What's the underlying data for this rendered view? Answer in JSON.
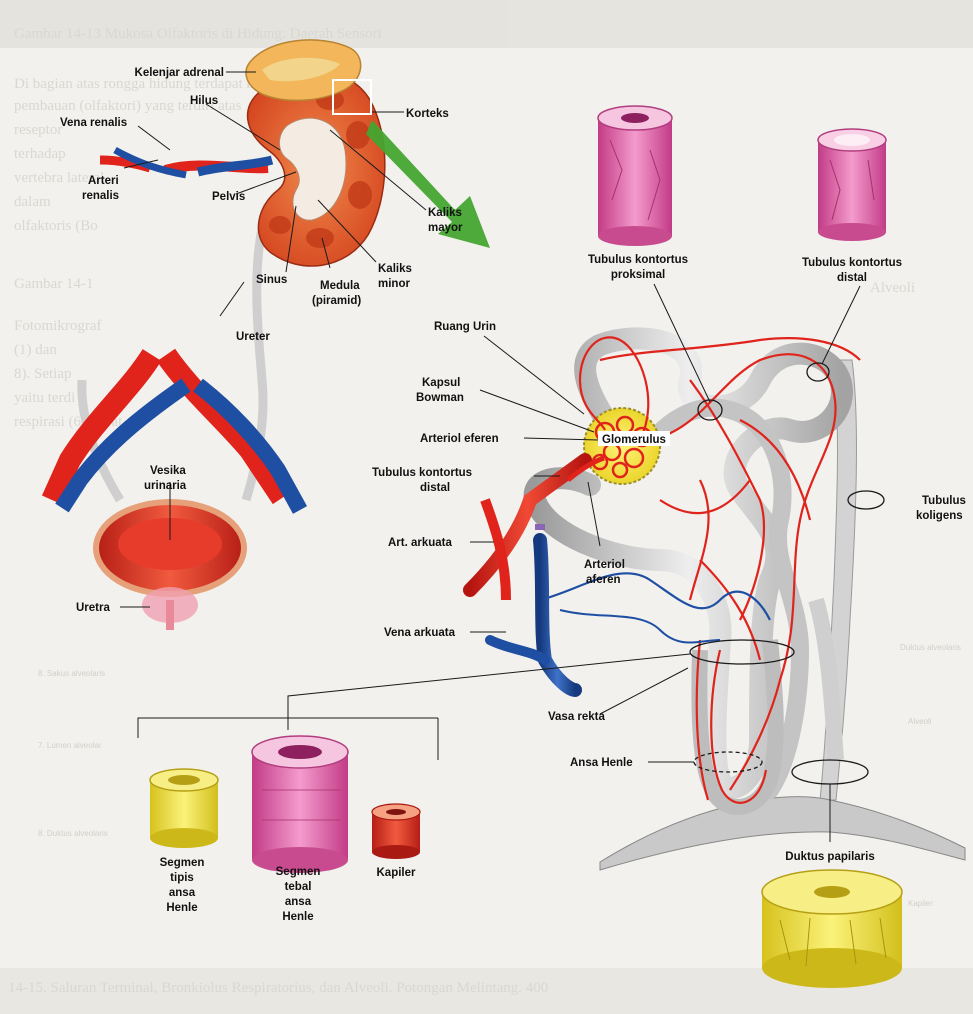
{
  "background_text": {
    "header": "Gambar 14-13    Mukosa Olfaktoris di Hidung: Daerah Sensori",
    "para_a": "Di bagian atas rongga hidung terdapat mukosa olfaktoris",
    "para_b": "pembauan (olfaktori) yang terdiri atas",
    "para_c": "reseptor",
    "para_d": "terhadap",
    "para_e": "vertebra lateral",
    "para_f": "dalam",
    "para_g": "olfaktoris (Bo",
    "section": "Gambar 14-1",
    "para_h": "Fotomikrograf",
    "para_i": "(1) dan",
    "para_j": "8). Setiap",
    "para_k": "yaitu terdi",
    "para_l": "respirasi (6) dapat",
    "footer": "14-15. Saluran Terminal, Bronkiolus Respiratorius, dan Alveoli. Potongan Melintang.  400",
    "right_alveoli": "Alveoli",
    "side_notes": [
      "8. Sakus alveolaris",
      "7. Lumen alveolar",
      "8. Duktus alveolaris",
      "Alveoli",
      "Duktus alveolaris",
      "Kapiler"
    ]
  },
  "labels": {
    "kelenjar_adrenal": "Kelenjar adrenal",
    "hilus": "Hilus",
    "korteks": "Korteks",
    "vena_renalis": "Vena renalis",
    "arteri": "Arteri",
    "renalis": "renalis",
    "pelvis": "Pelvis",
    "kaliks_mayor_1": "Kaliks",
    "kaliks_mayor_2": "mayor",
    "sinus": "Sinus",
    "medula": "Medula",
    "piramid": "(piramid)",
    "kaliks_minor_1": "Kaliks",
    "kaliks_minor_2": "minor",
    "ureter": "Ureter",
    "vesika_1": "Vesika",
    "vesika_2": "urinaria",
    "uretra": "Uretra",
    "tkp_1": "Tubulus kontortus",
    "tkp_2": "proksimal",
    "tkd_top_1": "Tubulus kontortus",
    "tkd_top_2": "distal",
    "ruang_urin": "Ruang Urin",
    "kapsul_1": "Kapsul",
    "kapsul_2": "Bowman",
    "arteriol_eferen": "Arteriol eferen",
    "glomerulus": "Glomerulus",
    "tkd_mid_1": "Tubulus kontortus",
    "tkd_mid_2": "distal",
    "art_arkuata": "Art. arkuata",
    "arteriol_aferen_1": "Arteriol",
    "arteriol_aferen_2": "aferen",
    "tubulus_koligens_1": "Tubulus",
    "tubulus_koligens_2": "koligens",
    "vena_arkuata": "Vena arkuata",
    "vasa_rekta": "Vasa rekta",
    "ansa_henle": "Ansa Henle",
    "segmen_tipis_1": "Segmen",
    "segmen_tipis_2": "tipis",
    "segmen_tipis_3": "ansa",
    "segmen_tipis_4": "Henle",
    "segmen_tebal_1": "Segmen",
    "segmen_tebal_2": "tebal",
    "segmen_tebal_3": "ansa",
    "segmen_tebal_4": "Henle",
    "kapiler": "Kapiler",
    "duktus_papilaris": "Duktus papilaris"
  },
  "colors": {
    "artery": "#e0231b",
    "vein": "#1f4fa3",
    "tubule": "#bdbdbd",
    "kidney": "#e2582b",
    "pink": "#e85aa8",
    "yellow": "#f2e23a",
    "arrow": "#3f9a2d"
  }
}
